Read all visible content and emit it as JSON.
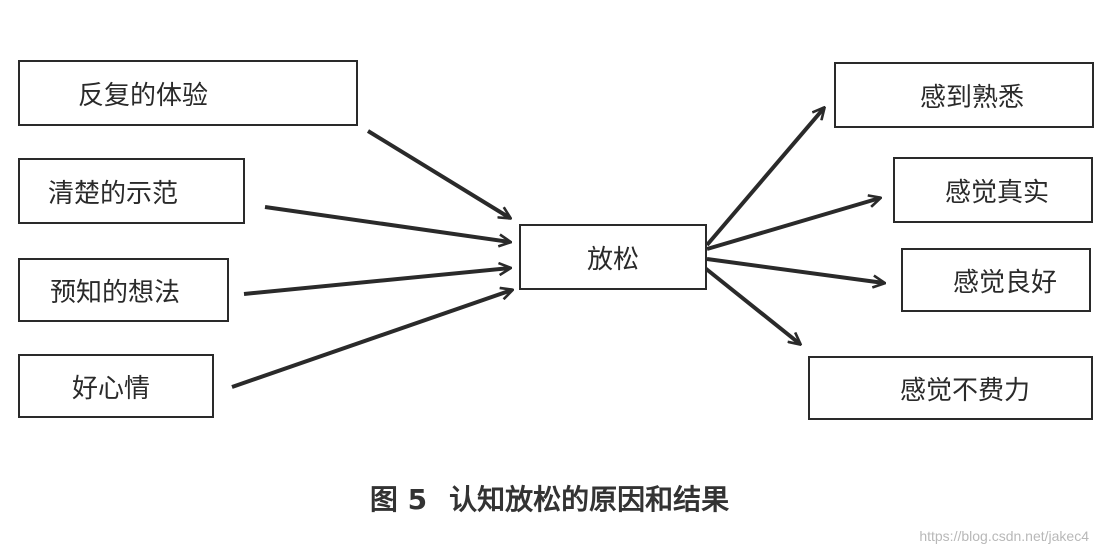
{
  "diagram": {
    "causes": [
      "反复的体验",
      "清楚的示范",
      "预知的想法",
      "好心情"
    ],
    "center": "放松",
    "effects": [
      "感到熟悉",
      "感觉真实",
      "感觉良好",
      "感觉不费力"
    ]
  },
  "caption": {
    "figure_number": "图 5",
    "text": "认知放松的原因和结果"
  },
  "watermark": "https://blog.csdn.net/jakec4",
  "colors": {
    "stroke": "#2a2a2a",
    "background": "#ffffff"
  }
}
